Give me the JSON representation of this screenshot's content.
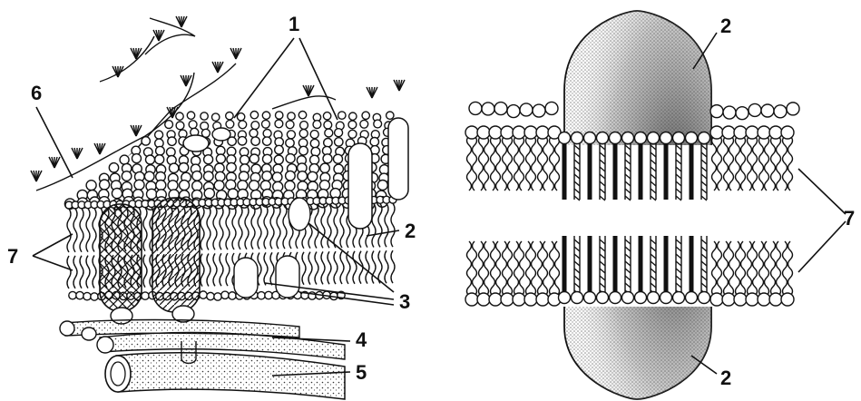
{
  "left_panel": {
    "labels": {
      "l1": "1",
      "l2": "2",
      "l3": "3",
      "l4": "4",
      "l5": "5",
      "l6": "6",
      "l7": "7"
    }
  },
  "right_panel": {
    "labels": {
      "top2": "2",
      "bottom2": "2",
      "l7": "7"
    }
  }
}
